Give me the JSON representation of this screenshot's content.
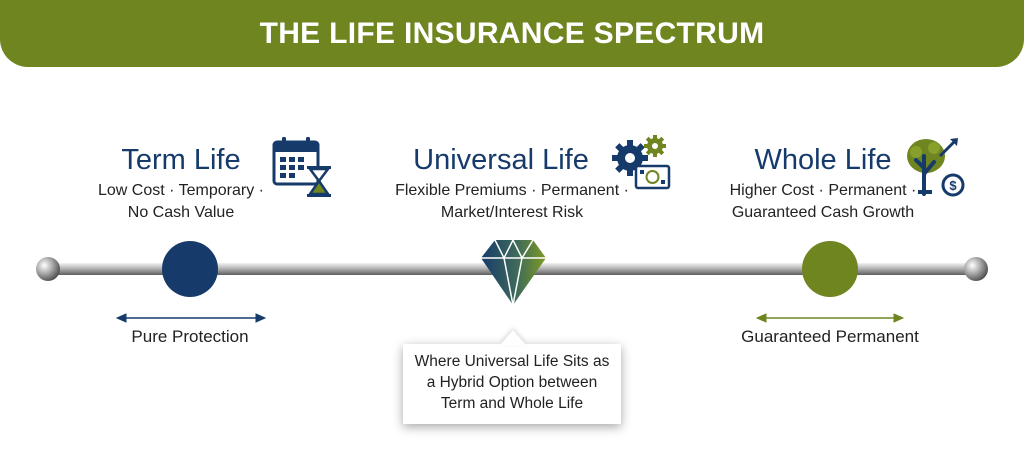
{
  "header": {
    "title": "THE LIFE INSURANCE SPECTRUM"
  },
  "columns": [
    {
      "title": "Term Life",
      "desc_lines": [
        "Low Cost · Temporary ·",
        "No Cash Value"
      ],
      "icon": "calendar-hourglass-icon"
    },
    {
      "title": "Universal Life",
      "desc_lines": [
        "Flexible Premiums · Permanent ·",
        "Market/Interest Risk"
      ],
      "icon": "gears-cash-icon"
    },
    {
      "title": "Whole Life",
      "desc_lines": [
        "Higher Cost · Permanent ·",
        "Guaranteed Cash Growth"
      ],
      "icon": "money-tree-icon"
    }
  ],
  "spectrum": {
    "left_label": "Pure Protection",
    "right_label": "Guaranteed Permanent",
    "callout_lines": [
      "Where Universal Life Sits as",
      "a Hybrid Option between",
      "Term and Whole Life"
    ]
  },
  "colors": {
    "navy": "#163b6b",
    "olive": "#6f8520",
    "banner": "#6f8520"
  }
}
